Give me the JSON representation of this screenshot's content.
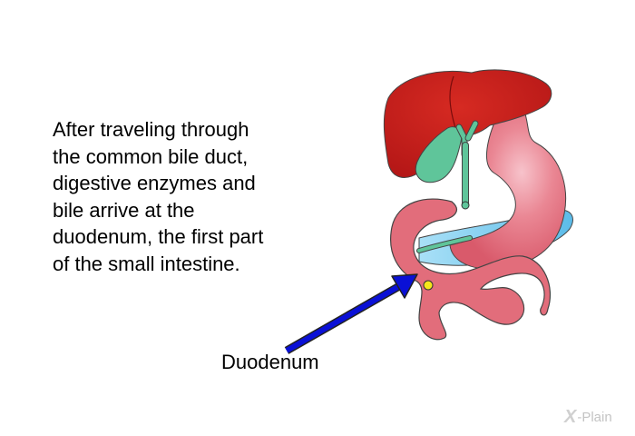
{
  "paragraph": {
    "lines": [
      "After traveling through",
      "the common bile duct,",
      "digestive enzymes and",
      "bile arrive at the",
      "duodenum, the first part",
      "of the small intestine."
    ]
  },
  "callout": {
    "label": "Duodenum"
  },
  "brand": {
    "mark": "X",
    "text": "-Plain"
  },
  "colors": {
    "liver": "#cc1f1f",
    "liver_shadow": "#a11414",
    "gallbladder": "#5fc59a",
    "bile_duct": "#5fc59a",
    "stomach": "#e26d7b",
    "stomach_highlight": "#f3b3bd",
    "pancreas": "#6dc8ef",
    "duodenum": "#e26d7b",
    "marker": "#f5e61a",
    "arrow": "#0a10d6"
  }
}
